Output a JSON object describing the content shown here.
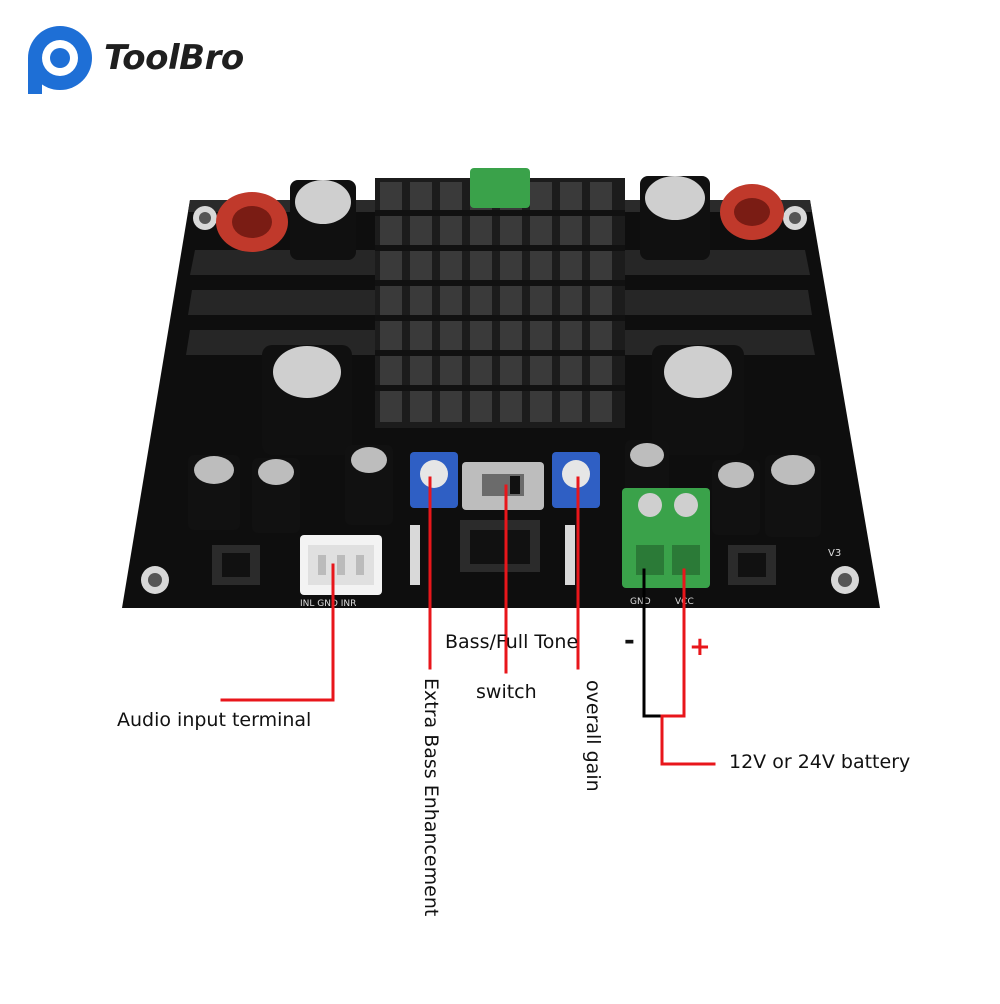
{
  "brand": {
    "name": "ToolBro",
    "logo_icon": "p-logo-icon",
    "logo_color": "#1e6fd6"
  },
  "board": {
    "input_connector_pins": "INL GND INR",
    "terminal_pins_gnd": "GND",
    "terminal_pins_vcc": "VCC",
    "version_mark": "V3"
  },
  "callouts": {
    "audio_input": "Audio input terminal",
    "extra_bass": "Extra Bass Enhancement",
    "tone_switch_line1": "Bass/Full Tone",
    "tone_switch_line2": "switch",
    "overall_gain": "overall gain",
    "battery": "12V or 24V battery",
    "minus_sign": "-",
    "plus_sign": "+"
  },
  "colors": {
    "callout_line": "#e8161b",
    "wire_black": "#000000",
    "board": "#0e0e0e",
    "heatsink": "#1c1c1c",
    "terminal_green": "#3aa24a",
    "pot_blue": "#2f5fc4"
  }
}
